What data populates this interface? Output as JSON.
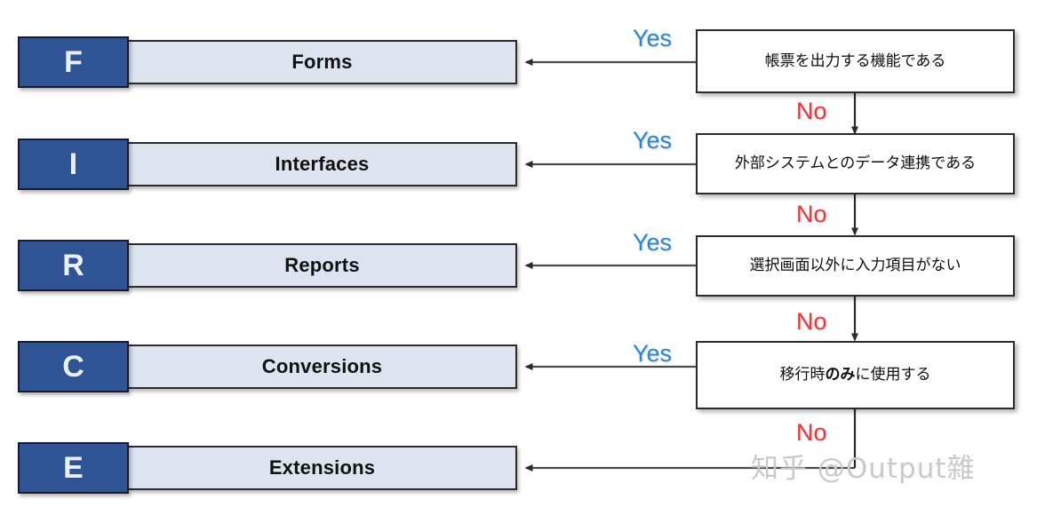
{
  "diagram": {
    "title": "FIRCE classification decision flow",
    "colors": {
      "letter_block": "#2e5496",
      "category_bar": "#dde3ef",
      "yes_label": "#2e86c8",
      "no_label": "#e8373c",
      "box_border": "#2b2b2b",
      "decision_box": "#ffffff"
    },
    "categories": [
      {
        "letter": "F",
        "name": "Forms"
      },
      {
        "letter": "I",
        "name": "Interfaces"
      },
      {
        "letter": "R",
        "name": "Reports"
      },
      {
        "letter": "C",
        "name": "Conversions"
      },
      {
        "letter": "E",
        "name": "Extensions"
      }
    ],
    "decisions": [
      {
        "text": "帳票を出力する機能である",
        "yes": "Yes",
        "no": "No",
        "yes_target": "Forms",
        "no_target": "外部システムとのデータ連携である"
      },
      {
        "text": "外部システムとのデータ連携である",
        "yes": "Yes",
        "no": "No",
        "yes_target": "Interfaces",
        "no_target": "選択画面以外に入力項目がない"
      },
      {
        "text": "選択画面以外に入力項目がない",
        "yes": "Yes",
        "no": "No",
        "yes_target": "Reports",
        "no_target": "移行時のみに使用する"
      },
      {
        "text_before_bold": "移行時",
        "text_bold": "のみ",
        "text_after_bold": "に使用する",
        "yes": "Yes",
        "no": "No",
        "yes_target": "Conversions",
        "no_target": "Extensions"
      }
    ],
    "watermark": "知乎 @Output雜"
  }
}
